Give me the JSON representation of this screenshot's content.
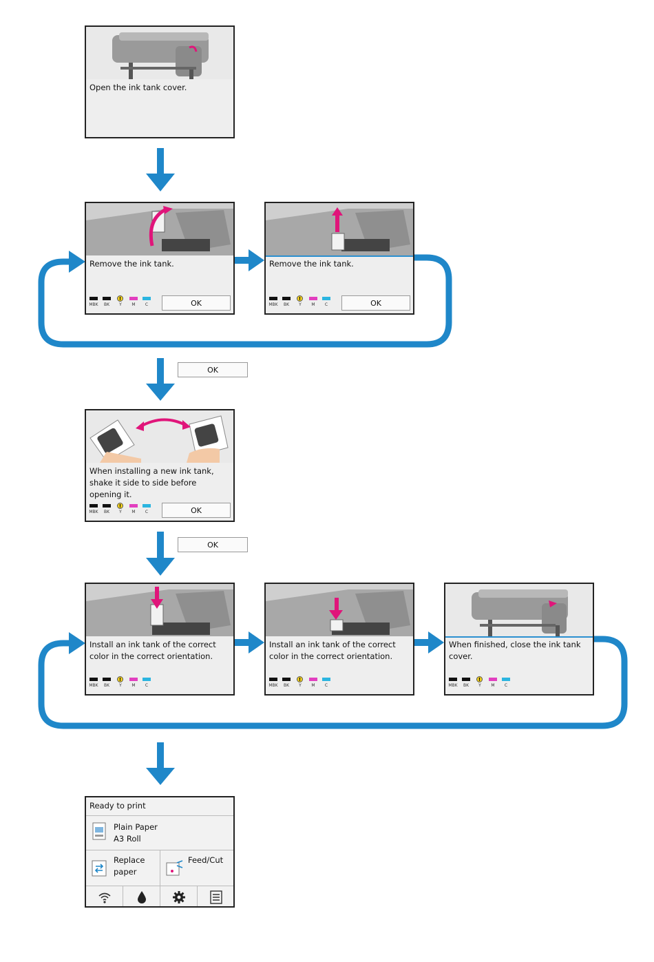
{
  "steps": {
    "open_cover": "Open the ink tank cover.",
    "remove_tank_1": "Remove the ink tank.",
    "remove_tank_2": "Remove the ink tank.",
    "shake": "When installing a new ink tank, shake it side to side before opening it.",
    "install_1": "Install an ink tank of the correct color in the correct orientation.",
    "install_2": "Install an ink tank of the correct color in the correct orientation.",
    "close_cover": "When finished, close the ink tank cover."
  },
  "ok_label": "OK",
  "ok_between_1": "OK",
  "ok_between_2": "OK",
  "ink_labels": {
    "mbk": "MBK",
    "bk": "BK",
    "y": "Y",
    "m": "M",
    "c": "C",
    "warn": "!"
  },
  "home": {
    "status": "Ready to print",
    "paper_type": "Plain Paper",
    "paper_size": "A3 Roll",
    "replace_label": "Replace paper",
    "feed_label": "Feed/Cut"
  },
  "colors": {
    "arrow": "#1f87c9",
    "magenta": "#e0157a",
    "ink_black": "#111111",
    "ink_yellow": "#f4d21f",
    "ink_magenta": "#e23fbf",
    "ink_cyan": "#2bb5e0"
  }
}
